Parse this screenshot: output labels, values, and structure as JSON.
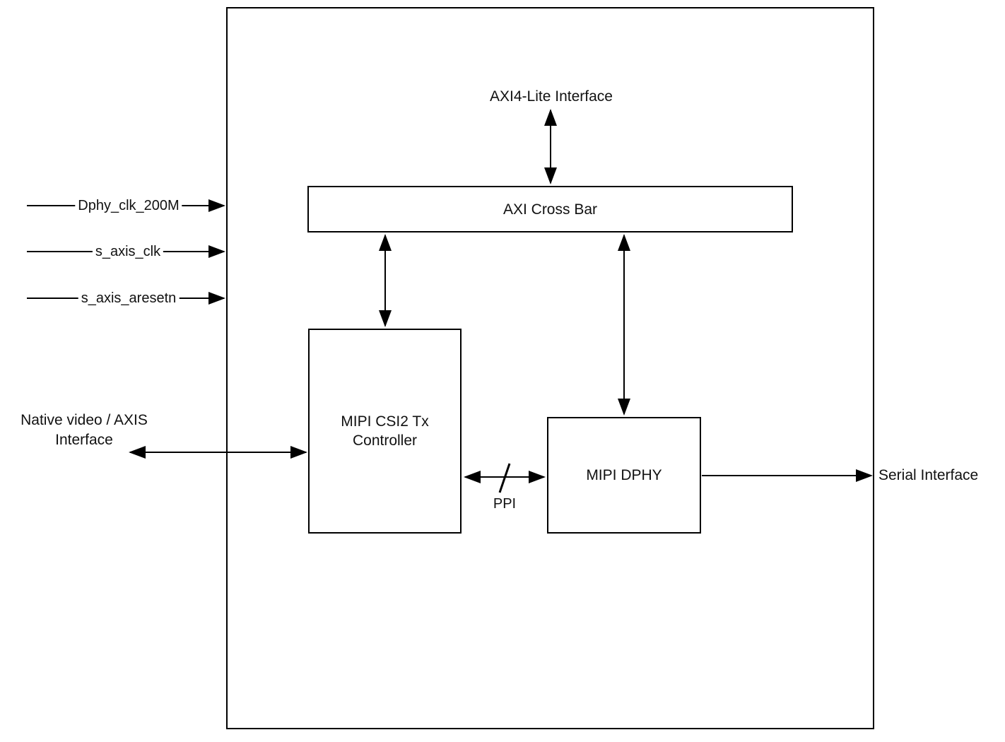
{
  "diagram": {
    "top_interface_label": "AXI4-Lite Interface",
    "blocks": {
      "crossbar": {
        "label": "AXI Cross Bar"
      },
      "csi2_controller": {
        "label": "MIPI CSI2 Tx\nController"
      },
      "dphy": {
        "label": "MIPI DPHY"
      }
    },
    "inputs": [
      {
        "label": "Dphy_clk_200M"
      },
      {
        "label": "s_axis_clk"
      },
      {
        "label": "s_axis_aresetn"
      }
    ],
    "left_interface_label": "Native video / AXIS\nInterface",
    "bus_label": "PPI",
    "right_interface_label": "Serial Interface",
    "colors": {
      "line": "#000000",
      "text": "#111111",
      "background": "#ffffff"
    }
  }
}
